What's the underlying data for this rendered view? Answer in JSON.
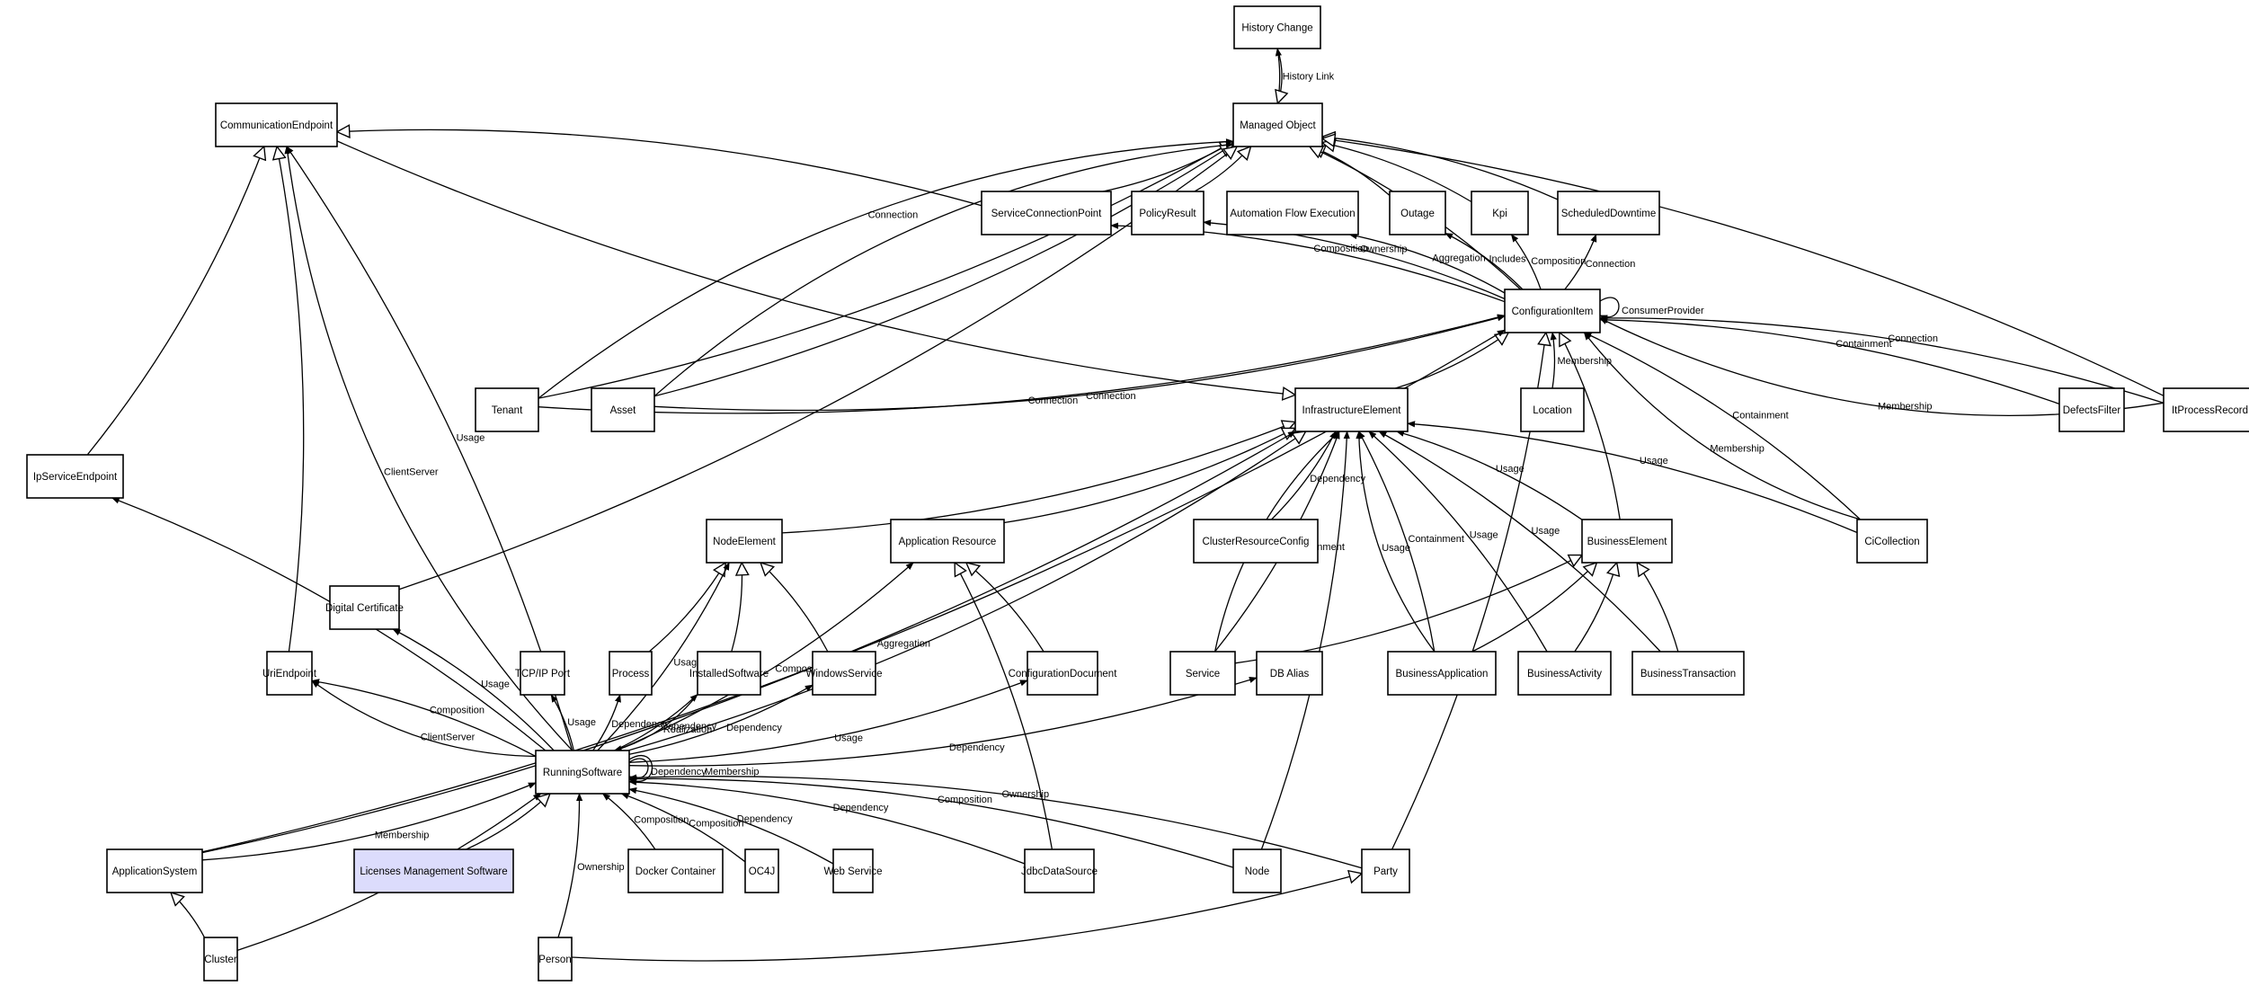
{
  "diagram": {
    "title": "CI Model Relationship Diagram",
    "nodes": [
      {
        "id": "history-change",
        "label": "History Change"
      },
      {
        "id": "managed-object",
        "label": "Managed Object"
      },
      {
        "id": "communication-endpoint",
        "label": "CommunicationEndpoint"
      },
      {
        "id": "service-connection-point",
        "label": "ServiceConnectionPoint"
      },
      {
        "id": "policy-result",
        "label": "PolicyResult"
      },
      {
        "id": "automation-flow-execution",
        "label": "Automation Flow Execution"
      },
      {
        "id": "outage",
        "label": "Outage"
      },
      {
        "id": "kpi",
        "label": "Kpi"
      },
      {
        "id": "scheduled-downtime",
        "label": "ScheduledDowntime"
      },
      {
        "id": "configuration-item",
        "label": "ConfigurationItem"
      },
      {
        "id": "tenant",
        "label": "Tenant"
      },
      {
        "id": "asset",
        "label": "Asset"
      },
      {
        "id": "infrastructure-element",
        "label": "InfrastructureElement"
      },
      {
        "id": "location",
        "label": "Location"
      },
      {
        "id": "defects-filter",
        "label": "DefectsFilter"
      },
      {
        "id": "it-process-record",
        "label": "ItProcessRecord"
      },
      {
        "id": "ip-service-endpoint",
        "label": "IpServiceEndpoint"
      },
      {
        "id": "node-element",
        "label": "NodeElement"
      },
      {
        "id": "application-resource",
        "label": "Application Resource"
      },
      {
        "id": "cluster-resource-config",
        "label": "ClusterResourceConfig"
      },
      {
        "id": "business-element",
        "label": "BusinessElement"
      },
      {
        "id": "ci-collection",
        "label": "CiCollection"
      },
      {
        "id": "digital-certificate",
        "label": "Digital Certificate"
      },
      {
        "id": "uri-endpoint",
        "label": "UriEndpoint"
      },
      {
        "id": "tcpip-port",
        "label": "TCP/IP Port"
      },
      {
        "id": "process",
        "label": "Process"
      },
      {
        "id": "installed-software",
        "label": "InstalledSoftware"
      },
      {
        "id": "windows-service",
        "label": "WindowsService"
      },
      {
        "id": "configuration-document",
        "label": "ConfigurationDocument"
      },
      {
        "id": "service",
        "label": "Service"
      },
      {
        "id": "db-alias",
        "label": "DB Alias"
      },
      {
        "id": "business-application",
        "label": "BusinessApplication"
      },
      {
        "id": "business-activity",
        "label": "BusinessActivity"
      },
      {
        "id": "business-transaction",
        "label": "BusinessTransaction"
      },
      {
        "id": "running-software",
        "label": "RunningSoftware"
      },
      {
        "id": "application-system",
        "label": "ApplicationSystem"
      },
      {
        "id": "licenses-management-software",
        "label": "Licenses Management Software",
        "highlight": true
      },
      {
        "id": "docker-container",
        "label": "Docker Container"
      },
      {
        "id": "oc4j",
        "label": "OC4J"
      },
      {
        "id": "web-service",
        "label": "Web Service"
      },
      {
        "id": "jdbc-data-source",
        "label": "JdbcDataSource"
      },
      {
        "id": "node",
        "label": "Node"
      },
      {
        "id": "party",
        "label": "Party"
      },
      {
        "id": "cluster",
        "label": "Cluster"
      },
      {
        "id": "person",
        "label": "Person"
      }
    ],
    "edges": [
      {
        "from": "managed-object",
        "to": "history-change",
        "label": "History Link",
        "kind": "association"
      },
      {
        "from": "history-change",
        "to": "managed-object",
        "label": "",
        "kind": "inheritance"
      },
      {
        "from": "service-connection-point",
        "to": "managed-object",
        "label": "",
        "kind": "inheritance"
      },
      {
        "from": "policy-result",
        "to": "managed-object",
        "label": "",
        "kind": "inheritance"
      },
      {
        "from": "outage",
        "to": "managed-object",
        "label": "",
        "kind": "inheritance"
      },
      {
        "from": "kpi",
        "to": "managed-object",
        "label": "",
        "kind": "inheritance"
      },
      {
        "from": "scheduled-downtime",
        "to": "managed-object",
        "label": "",
        "kind": "inheritance"
      },
      {
        "from": "configuration-item",
        "to": "managed-object",
        "label": "",
        "kind": "inheritance"
      },
      {
        "from": "it-process-record",
        "to": "managed-object",
        "label": "",
        "kind": "inheritance"
      },
      {
        "from": "tenant",
        "to": "managed-object",
        "label": "",
        "kind": "inheritance"
      },
      {
        "from": "asset",
        "to": "managed-object",
        "label": "",
        "kind": "inheritance"
      },
      {
        "from": "digital-certificate",
        "to": "managed-object",
        "label": "",
        "kind": "inheritance"
      },
      {
        "from": "service-connection-point",
        "to": "communication-endpoint",
        "label": "",
        "kind": "inheritance"
      },
      {
        "from": "ip-service-endpoint",
        "to": "communication-endpoint",
        "label": "",
        "kind": "inheritance"
      },
      {
        "from": "uri-endpoint",
        "to": "communication-endpoint",
        "label": "",
        "kind": "inheritance"
      },
      {
        "from": "communication-endpoint",
        "to": "infrastructure-element",
        "label": "",
        "kind": "inheritance"
      },
      {
        "from": "configuration-item",
        "to": "service-connection-point",
        "label": "Composition",
        "kind": "association"
      },
      {
        "from": "configuration-item",
        "to": "policy-result",
        "label": "Ownership",
        "kind": "association"
      },
      {
        "from": "configuration-item",
        "to": "automation-flow-execution",
        "label": "Aggregation",
        "kind": "association"
      },
      {
        "from": "configuration-item",
        "to": "outage",
        "label": "Includes",
        "kind": "association"
      },
      {
        "from": "configuration-item",
        "to": "kpi",
        "label": "Composition",
        "kind": "association"
      },
      {
        "from": "configuration-item",
        "to": "scheduled-downtime",
        "label": "Connection",
        "kind": "association"
      },
      {
        "from": "configuration-item",
        "to": "configuration-item",
        "label": "ConsumerProvider",
        "kind": "association"
      },
      {
        "from": "tenant",
        "to": "configuration-item",
        "label": "Connection",
        "kind": "association"
      },
      {
        "from": "asset",
        "to": "configuration-item",
        "label": "Connection",
        "kind": "association"
      },
      {
        "from": "location",
        "to": "configuration-item",
        "label": "Membership",
        "kind": "association"
      },
      {
        "from": "defects-filter",
        "to": "configuration-item",
        "label": "Containment",
        "kind": "association"
      },
      {
        "from": "it-process-record",
        "to": "configuration-item",
        "label": "Connection",
        "kind": "association"
      },
      {
        "from": "it-process-record",
        "to": "configuration-item",
        "label": "Membership",
        "kind": "association"
      },
      {
        "from": "ci-collection",
        "to": "configuration-item",
        "label": "Containment",
        "kind": "association"
      },
      {
        "from": "ci-collection",
        "to": "configuration-item",
        "label": "Membership",
        "kind": "association"
      },
      {
        "from": "infrastructure-element",
        "to": "configuration-item",
        "label": "",
        "kind": "inheritance"
      },
      {
        "from": "business-element",
        "to": "configuration-item",
        "label": "",
        "kind": "inheritance"
      },
      {
        "from": "party",
        "to": "configuration-item",
        "label": "",
        "kind": "inheritance"
      },
      {
        "from": "application-system",
        "to": "configuration-item",
        "label": "Aggregation",
        "kind": "association"
      },
      {
        "from": "tenant",
        "to": "managed-object",
        "label": "Connection",
        "kind": "association"
      },
      {
        "from": "node-element",
        "to": "infrastructure-element",
        "label": "",
        "kind": "inheritance"
      },
      {
        "from": "application-resource",
        "to": "infrastructure-element",
        "label": "",
        "kind": "inheritance"
      },
      {
        "from": "service",
        "to": "infrastructure-element",
        "label": "Containment",
        "kind": "association"
      },
      {
        "from": "service",
        "to": "infrastructure-element",
        "label": "Usage",
        "kind": "association"
      },
      {
        "from": "cluster-resource-config",
        "to": "infrastructure-element",
        "label": "Dependency",
        "kind": "association"
      },
      {
        "from": "business-application",
        "to": "infrastructure-element",
        "label": "Containment",
        "kind": "association"
      },
      {
        "from": "business-application",
        "to": "infrastructure-element",
        "label": "Usage",
        "kind": "association"
      },
      {
        "from": "business-activity",
        "to": "infrastructure-element",
        "label": "Usage",
        "kind": "association"
      },
      {
        "from": "business-element",
        "to": "infrastructure-element",
        "label": "Usage",
        "kind": "association"
      },
      {
        "from": "business-transaction",
        "to": "infrastructure-element",
        "label": "Usage",
        "kind": "association"
      },
      {
        "from": "ci-collection",
        "to": "infrastructure-element",
        "label": "Usage",
        "kind": "association"
      },
      {
        "from": "running-software",
        "to": "infrastructure-element",
        "label": "",
        "kind": "inheritance"
      },
      {
        "from": "application-system",
        "to": "infrastructure-element",
        "label": "",
        "kind": "association"
      },
      {
        "from": "node",
        "to": "infrastructure-element",
        "label": "",
        "kind": "association"
      },
      {
        "from": "process",
        "to": "node-element",
        "label": "",
        "kind": "inheritance"
      },
      {
        "from": "installed-software",
        "to": "node-element",
        "label": "",
        "kind": "inheritance"
      },
      {
        "from": "windows-service",
        "to": "node-element",
        "label": "",
        "kind": "inheritance"
      },
      {
        "from": "running-software",
        "to": "node-element",
        "label": "Usage",
        "kind": "association"
      },
      {
        "from": "configuration-document",
        "to": "application-resource",
        "label": "",
        "kind": "inheritance"
      },
      {
        "from": "jdbc-data-source",
        "to": "application-resource",
        "label": "",
        "kind": "inheritance"
      },
      {
        "from": "running-software",
        "to": "application-resource",
        "label": "Composition",
        "kind": "association"
      },
      {
        "from": "service",
        "to": "business-element",
        "label": "",
        "kind": "inheritance"
      },
      {
        "from": "business-application",
        "to": "business-element",
        "label": "",
        "kind": "inheritance"
      },
      {
        "from": "business-activity",
        "to": "business-element",
        "label": "",
        "kind": "inheritance"
      },
      {
        "from": "business-transaction",
        "to": "business-element",
        "label": "",
        "kind": "inheritance"
      },
      {
        "from": "running-software",
        "to": "communication-endpoint",
        "label": "Usage",
        "kind": "association"
      },
      {
        "from": "running-software",
        "to": "communication-endpoint",
        "label": "ClientServer",
        "kind": "association"
      },
      {
        "from": "running-software",
        "to": "ip-service-endpoint",
        "label": "Usage",
        "kind": "association"
      },
      {
        "from": "running-software",
        "to": "uri-endpoint",
        "label": "Composition",
        "kind": "association"
      },
      {
        "from": "running-software",
        "to": "uri-endpoint",
        "label": "ClientServer",
        "kind": "association"
      },
      {
        "from": "running-software",
        "to": "digital-certificate",
        "label": "Usage",
        "kind": "association"
      },
      {
        "from": "running-software",
        "to": "tcpip-port",
        "label": "Usage",
        "kind": "association"
      },
      {
        "from": "running-software",
        "to": "process",
        "label": "Dependency",
        "kind": "association"
      },
      {
        "from": "running-software",
        "to": "installed-software",
        "label": "Dependency",
        "kind": "association"
      },
      {
        "from": "installed-software",
        "to": "running-software",
        "label": "Realization",
        "kind": "association"
      },
      {
        "from": "running-software",
        "to": "windows-service",
        "label": "Dependency",
        "kind": "association"
      },
      {
        "from": "running-software",
        "to": "configuration-document",
        "label": "Usage",
        "kind": "association"
      },
      {
        "from": "running-software",
        "to": "db-alias",
        "label": "Dependency",
        "kind": "association"
      },
      {
        "from": "running-software",
        "to": "running-software",
        "label": "Dependency",
        "kind": "association"
      },
      {
        "from": "running-software",
        "to": "running-software",
        "label": "Membership",
        "kind": "association"
      },
      {
        "from": "application-system",
        "to": "running-software",
        "label": "Membership",
        "kind": "association"
      },
      {
        "from": "cluster",
        "to": "running-software",
        "label": "Membership",
        "kind": "association"
      },
      {
        "from": "licenses-management-software",
        "to": "running-software",
        "label": "",
        "kind": "inheritance"
      },
      {
        "from": "person",
        "to": "running-software",
        "label": "Ownership",
        "kind": "association"
      },
      {
        "from": "docker-container",
        "to": "running-software",
        "label": "Composition",
        "kind": "association"
      },
      {
        "from": "oc4j",
        "to": "running-software",
        "label": "Composition",
        "kind": "association"
      },
      {
        "from": "web-service",
        "to": "running-software",
        "label": "Dependency",
        "kind": "association"
      },
      {
        "from": "jdbc-data-source",
        "to": "running-software",
        "label": "Dependency",
        "kind": "association"
      },
      {
        "from": "node",
        "to": "running-software",
        "label": "Composition",
        "kind": "association"
      },
      {
        "from": "party",
        "to": "running-software",
        "label": "Ownership",
        "kind": "association"
      },
      {
        "from": "cluster",
        "to": "application-system",
        "label": "",
        "kind": "inheritance"
      },
      {
        "from": "person",
        "to": "party",
        "label": "",
        "kind": "inheritance"
      },
      {
        "from": "asset",
        "to": "managed-object",
        "label": "",
        "kind": "association"
      }
    ]
  }
}
